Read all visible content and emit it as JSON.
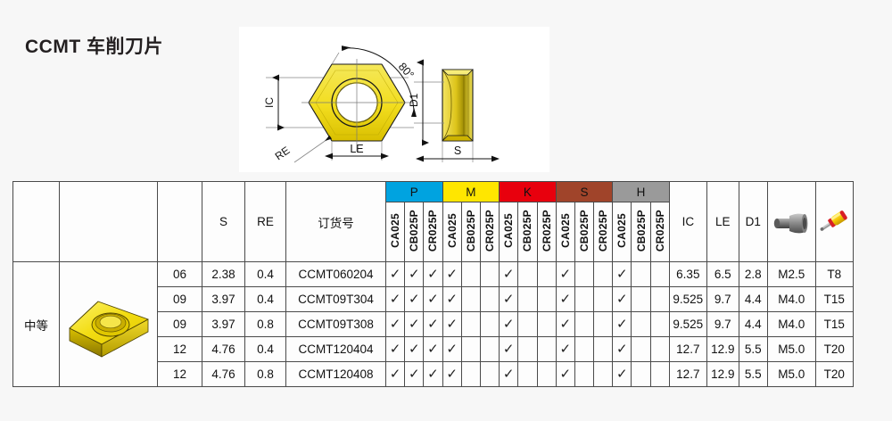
{
  "page": {
    "title": "CCMT 车削刀片"
  },
  "drawing": {
    "labels": {
      "ic": "IC",
      "le": "LE",
      "re": "RE",
      "angle": "80°",
      "d1": "D1",
      "s": "S"
    }
  },
  "table": {
    "headers": {
      "col_quality": "",
      "col_shape": "",
      "col_size": "",
      "col_s": "S",
      "col_re": "RE",
      "col_order": "订货号",
      "col_ic": "IC",
      "col_le": "LE",
      "col_d1": "D1",
      "col_screw": "screw-icon",
      "col_key": "torx-key-icon"
    },
    "material_groups": [
      {
        "name": "P",
        "color": "#00a3e0",
        "text_color": "#111111"
      },
      {
        "name": "M",
        "color": "#ffe600",
        "text_color": "#111111"
      },
      {
        "name": "K",
        "color": "#e8000d",
        "text_color": "#111111"
      },
      {
        "name": "S",
        "color": "#a0442a",
        "text_color": "#111111"
      },
      {
        "name": "H",
        "color": "#9a9a9a",
        "text_color": "#111111"
      }
    ],
    "grades": [
      "CA025",
      "CB025P",
      "CR025P"
    ],
    "check_symbol": "✓",
    "quality_label": "中等",
    "rows": [
      {
        "size": "06",
        "s": "2.38",
        "re": "0.4",
        "order": "CCMT060204",
        "grades": [
          true,
          true,
          true,
          true,
          false,
          false,
          true,
          false,
          false,
          true,
          false,
          false,
          true,
          false,
          false
        ],
        "ic": "6.35",
        "le": "6.5",
        "d1": "2.8",
        "screw": "M2.5",
        "key": "T8"
      },
      {
        "size": "09",
        "s": "3.97",
        "re": "0.4",
        "order": "CCMT09T304",
        "grades": [
          true,
          true,
          true,
          true,
          false,
          false,
          true,
          false,
          false,
          true,
          false,
          false,
          true,
          false,
          false
        ],
        "ic": "9.525",
        "le": "9.7",
        "d1": "4.4",
        "screw": "M4.0",
        "key": "T15"
      },
      {
        "size": "09",
        "s": "3.97",
        "re": "0.8",
        "order": "CCMT09T308",
        "grades": [
          true,
          true,
          true,
          true,
          false,
          false,
          true,
          false,
          false,
          true,
          false,
          false,
          true,
          false,
          false
        ],
        "ic": "9.525",
        "le": "9.7",
        "d1": "4.4",
        "screw": "M4.0",
        "key": "T15"
      },
      {
        "size": "12",
        "s": "4.76",
        "re": "0.4",
        "order": "CCMT120404",
        "grades": [
          true,
          true,
          true,
          true,
          false,
          false,
          true,
          false,
          false,
          true,
          false,
          false,
          true,
          false,
          false
        ],
        "ic": "12.7",
        "le": "12.9",
        "d1": "5.5",
        "screw": "M5.0",
        "key": "T20"
      },
      {
        "size": "12",
        "s": "4.76",
        "re": "0.8",
        "order": "CCMT120408",
        "grades": [
          true,
          true,
          true,
          true,
          false,
          false,
          true,
          false,
          false,
          true,
          false,
          false,
          true,
          false,
          false
        ],
        "ic": "12.7",
        "le": "12.9",
        "d1": "5.5",
        "screw": "M5.0",
        "key": "T20"
      }
    ]
  }
}
